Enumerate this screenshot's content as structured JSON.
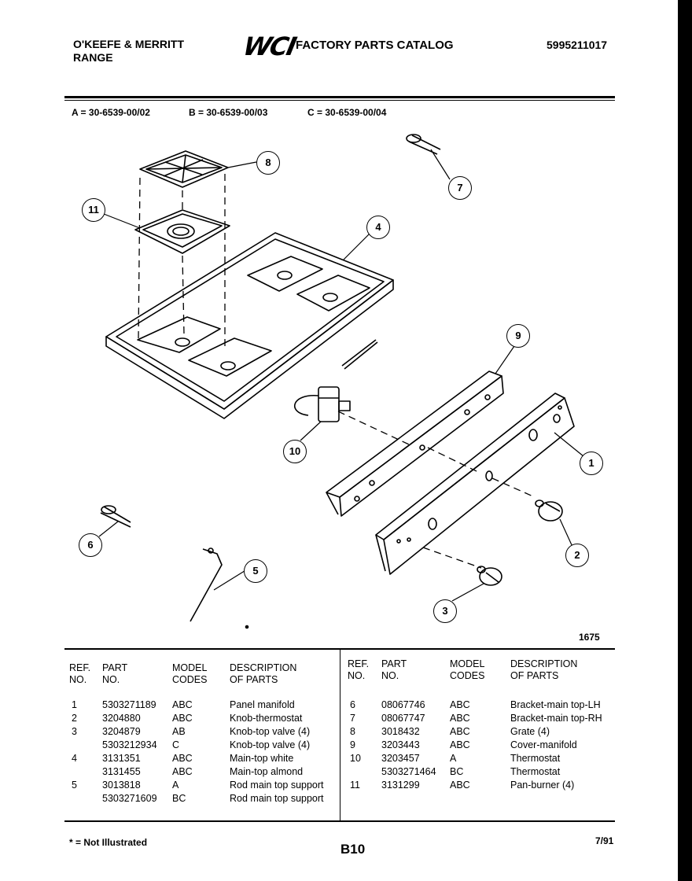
{
  "header": {
    "brand_line1": "O'KEEFE & MERRITT",
    "brand_line2": "RANGE",
    "logo": "WCI",
    "catalog_title": "FACTORY PARTS CATALOG",
    "catalog_number": "5995211017"
  },
  "models": {
    "a": "A = 30-6539-00/02",
    "b": "B = 30-6539-00/03",
    "c": "C = 30-6539-00/04"
  },
  "callouts": [
    "1",
    "2",
    "3",
    "4",
    "5",
    "6",
    "7",
    "8",
    "9",
    "10",
    "11"
  ],
  "figure_number": "1675",
  "table": {
    "headers": {
      "ref": [
        "REF.",
        "NO."
      ],
      "part": [
        "PART",
        "NO."
      ],
      "model": [
        "MODEL",
        "CODES"
      ],
      "desc": [
        "DESCRIPTION",
        "OF PARTS"
      ]
    },
    "left_rows": [
      {
        "ref": "1",
        "part": "5303271189",
        "model": "ABC",
        "desc": "Panel manifold"
      },
      {
        "ref": "2",
        "part": "3204880",
        "model": "ABC",
        "desc": "Knob-thermostat"
      },
      {
        "ref": "3",
        "part": "3204879",
        "model": "AB",
        "desc": "Knob-top valve (4)"
      },
      {
        "ref": "",
        "part": "5303212934",
        "model": "C",
        "desc": "Knob-top valve (4)"
      },
      {
        "ref": "4",
        "part": "3131351",
        "model": "ABC",
        "desc": "Main-top white"
      },
      {
        "ref": "",
        "part": "3131455",
        "model": "ABC",
        "desc": "Main-top almond"
      },
      {
        "ref": "5",
        "part": "3013818",
        "model": "A",
        "desc": "Rod main top support"
      },
      {
        "ref": "",
        "part": "5303271609",
        "model": "BC",
        "desc": "Rod main top support"
      }
    ],
    "right_rows": [
      {
        "ref": "6",
        "part": "08067746",
        "model": "ABC",
        "desc": "Bracket-main top-LH"
      },
      {
        "ref": "7",
        "part": "08067747",
        "model": "ABC",
        "desc": "Bracket-main top-RH"
      },
      {
        "ref": "8",
        "part": "3018432",
        "model": "ABC",
        "desc": "Grate (4)"
      },
      {
        "ref": "9",
        "part": "3203443",
        "model": "ABC",
        "desc": "Cover-manifold"
      },
      {
        "ref": "10",
        "part": "3203457",
        "model": "A",
        "desc": "Thermostat"
      },
      {
        "ref": "",
        "part": "5303271464",
        "model": "BC",
        "desc": "Thermostat"
      },
      {
        "ref": "11",
        "part": "3131299",
        "model": "ABC",
        "desc": "Pan-burner (4)"
      }
    ]
  },
  "footer": {
    "note": "* = Not Illustrated",
    "page": "B10",
    "date": "7/91"
  }
}
